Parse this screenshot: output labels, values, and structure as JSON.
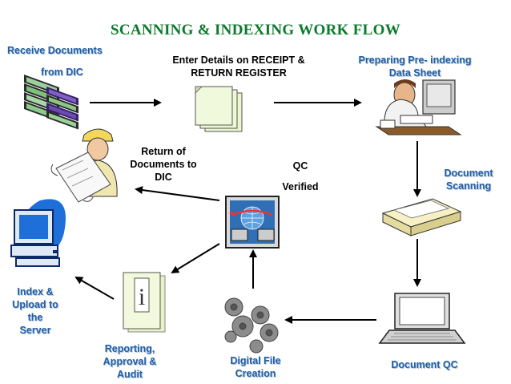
{
  "title": "SCANNING & INDEXING WORK FLOW",
  "steps": {
    "receive_line1": "Receive Documents",
    "receive_line2": "from DIC",
    "enter_line1": "Enter Details on RECEIPT &",
    "enter_line2": "RETURN REGISTER",
    "prep_line1": "Preparing Pre- indexing",
    "prep_line2": "Data Sheet",
    "scan_line1": "Document",
    "scan_line2": "Scanning",
    "docqc": "Document QC",
    "digital_line1": "Digital File",
    "digital_line2": "Creation",
    "report_line1": "Reporting,",
    "report_line2": "Approval &",
    "report_line3": "Audit",
    "index_line1": "Index &",
    "index_line2": "Upload to",
    "index_line3": "the",
    "index_line4": "Server",
    "return_line1": "Return of",
    "return_line2": "Documents to",
    "return_line3": "DIC",
    "qc_line1": "QC",
    "qc_line2": "Verified"
  },
  "colors": {
    "title": "#0b7a2c",
    "label_blue": "#1f5fa8",
    "arrow": "#000000"
  }
}
